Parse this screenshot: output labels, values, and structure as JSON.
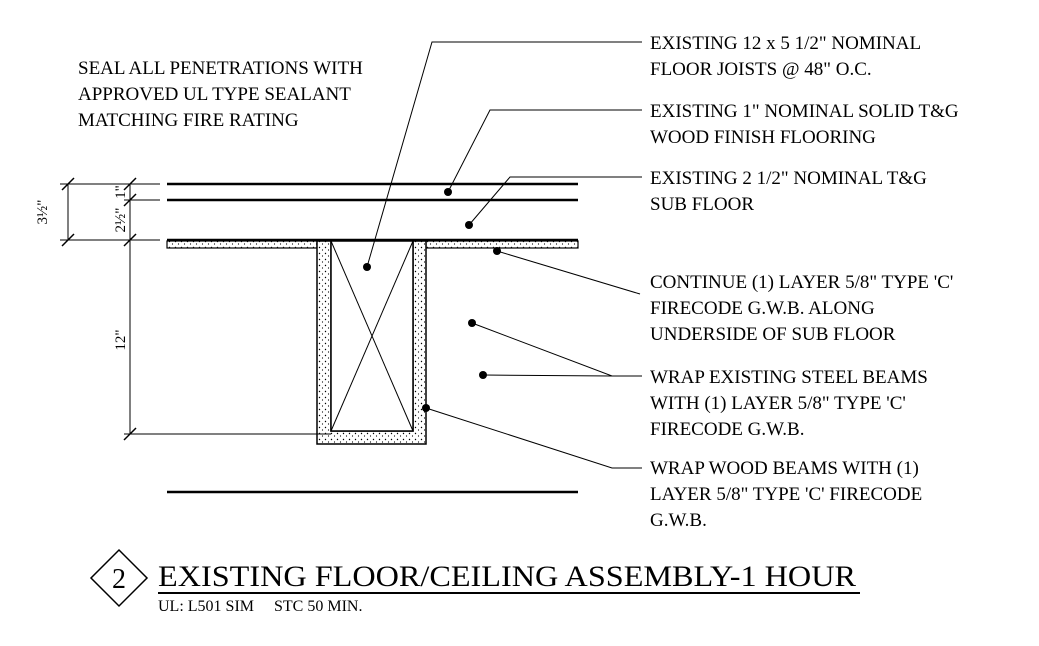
{
  "notes": {
    "seal": [
      "SEAL ALL PENETRATIONS WITH",
      "APPROVED UL TYPE SEALANT",
      "MATCHING FIRE RATING"
    ],
    "joists": [
      "EXISTING  12 x 5 1/2\" NOMINAL",
      "FLOOR JOISTS @ 48\" O.C."
    ],
    "finish_floor": [
      "EXISTING 1\" NOMINAL SOLID T&G",
      "WOOD FINISH FLOORING"
    ],
    "sub_floor": [
      "EXISTING 2 1/2\" NOMINAL T&G",
      "SUB FLOOR"
    ],
    "gwb_continue": [
      "CONTINUE (1) LAYER 5/8\" TYPE 'C'",
      "FIRECODE G.W.B. ALONG",
      "UNDERSIDE OF SUB FLOOR"
    ],
    "wrap_steel": [
      "WRAP EXISTING STEEL BEAMS",
      "WITH (1) LAYER 5/8\" TYPE 'C'",
      "FIRECODE G.W.B."
    ],
    "wrap_wood": [
      "WRAP WOOD BEAMS WITH (1)",
      "LAYER 5/8\" TYPE 'C' FIRECODE",
      "G.W.B."
    ]
  },
  "dimensions": {
    "total": "3½\"",
    "finish": "1\"",
    "sub": "2½\"",
    "beam": "12\""
  },
  "title_block": {
    "number": "2",
    "title": "EXISTING FLOOR/CEILING ASSEMBLY-1 HOUR",
    "subtitle": "UL: L501 SIM     STC 50 MIN."
  }
}
